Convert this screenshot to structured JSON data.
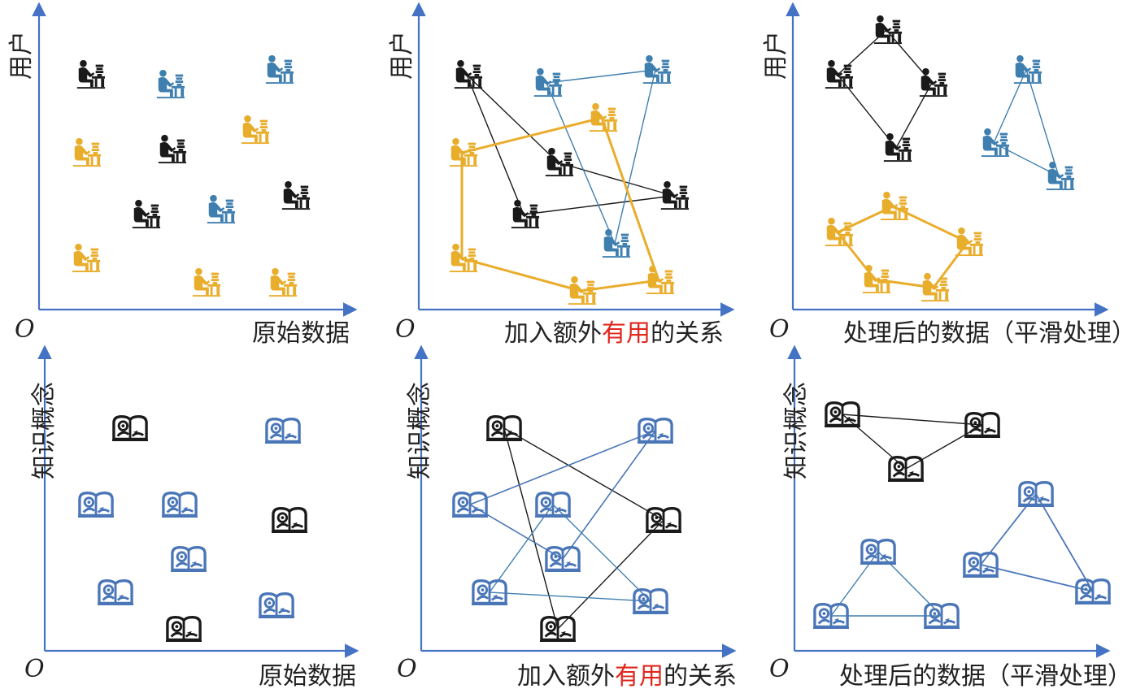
{
  "colors": {
    "black": "#1a1a1a",
    "blue": "#3f7fb0",
    "yellow": "#e9ad2c",
    "book_blue": "#4a76b8",
    "axis": "#4472c4",
    "highlight": "#e0261d"
  },
  "icons": {
    "user": "person-at-desk-icon",
    "knowledge": "open-book-icon"
  },
  "panels": [
    {
      "id": "users-raw",
      "origin": "O",
      "y_label": "用户",
      "x_label": {
        "pre": "原始数据",
        "hl": "",
        "post": ""
      },
      "icon": "user",
      "nodes": [],
      "edges": []
    },
    {
      "id": "users-relations",
      "origin": "O",
      "y_label": "用户",
      "x_label": {
        "pre": "加入额外",
        "hl": "有用",
        "post": "的关系"
      },
      "icon": "user",
      "nodes": [],
      "edges": []
    },
    {
      "id": "users-smoothed",
      "origin": "O",
      "y_label": "用户",
      "x_label": {
        "pre": "处理后的数据（平滑处理）",
        "hl": "",
        "post": ""
      },
      "icon": "user",
      "nodes": [],
      "edges": []
    },
    {
      "id": "concepts-raw",
      "origin": "O",
      "y_label": "知识概念",
      "x_label": {
        "pre": "原始数据",
        "hl": "",
        "post": ""
      },
      "icon": "knowledge",
      "nodes": [],
      "edges": []
    },
    {
      "id": "concepts-relations",
      "origin": "O",
      "y_label": "知识概念",
      "x_label": {
        "pre": "加入额外",
        "hl": "有用",
        "post": "的关系"
      },
      "icon": "knowledge",
      "nodes": [],
      "edges": []
    },
    {
      "id": "concepts-smoothed",
      "origin": "O",
      "y_label": "知识概念",
      "x_label": {
        "pre": "处理后的数据（平滑处理）",
        "hl": "",
        "post": ""
      },
      "icon": "knowledge",
      "nodes": [],
      "edges": []
    }
  ]
}
